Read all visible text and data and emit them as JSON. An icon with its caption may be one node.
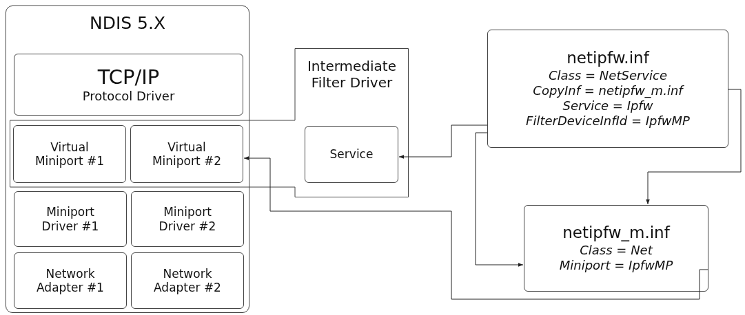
{
  "diagram": {
    "nodes": [
      {
        "text": [
          "NDIS 5.X"
        ]
      },
      {
        "text": [
          "TCP/IP",
          "Protocol Driver"
        ],
        "in": 0
      },
      {
        "text": [
          "Intermediate Filter Driver"
        ]
      },
      {
        "text": [
          "Virtual Miniport #1"
        ]
      },
      {
        "text": [
          "Virtual Miniport #2"
        ]
      },
      {
        "text": [
          "Service"
        ],
        "in": 2
      },
      {
        "text": [
          "Miniport Driver #1"
        ],
        "in": 0
      },
      {
        "text": [
          "Miniport Driver #2"
        ],
        "in": 0
      },
      {
        "text": [
          "Network Adapter #1"
        ],
        "in": 0
      },
      {
        "text": [
          "Network Adapter #2"
        ],
        "in": 0
      },
      {
        "text": [
          "netipfw.inf",
          "Class = NetService",
          "CopyInf = netipfw_m.inf",
          "Service = Ipfw",
          "FilterDeviceInfId = IpfwMP"
        ]
      },
      {
        "text": [
          "netipfw_m.inf",
          "Class = Net",
          "Miniport = IpfwMP"
        ]
      }
    ],
    "edges": [
      {
        "from": 10,
        "to": 11,
        "arrow": "to"
      },
      {
        "from": 10,
        "to": 5,
        "arrow": "to"
      },
      {
        "from": 10,
        "to": 11,
        "arrow": "to"
      },
      {
        "from": 11,
        "to": 4,
        "arrow": "to"
      }
    ]
  }
}
